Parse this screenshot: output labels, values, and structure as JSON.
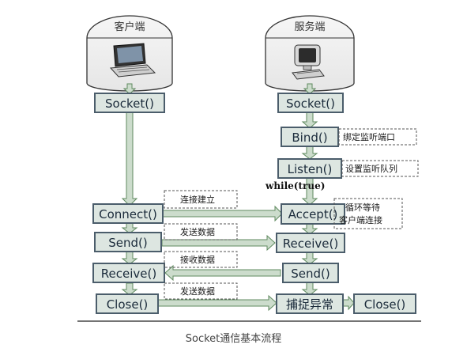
{
  "client": {
    "header": "客户端",
    "steps": [
      "Socket()",
      "Connect()",
      "Send()",
      "Receive()",
      "Close()"
    ]
  },
  "server": {
    "header": "服务端",
    "steps": [
      "Socket()",
      "Bind()",
      "Listen()",
      "Accept()",
      "Receive()",
      "Send()",
      "捕捉异常",
      "Close()"
    ],
    "notes": {
      "bind": "绑定监听端口",
      "listen": "设置监听队列",
      "accept_line1": "循环等待",
      "accept_line2": "客户端连接"
    },
    "loop_label": "while(true)"
  },
  "messages": [
    "连接建立",
    "发送数据",
    "接收数据",
    "发送数据"
  ],
  "caption": "Socket通信基本流程",
  "colors": {
    "box_fill": "#dde6e1",
    "box_stroke": "#4b5d6b",
    "arrow_fill": "#ccdccc",
    "arrow_stroke": "#5f8a5f",
    "dashed_stroke": "#555555",
    "header_fill": "#eeeeee"
  },
  "icons": {
    "client": "laptop-icon",
    "server": "desktop-computer-icon"
  }
}
